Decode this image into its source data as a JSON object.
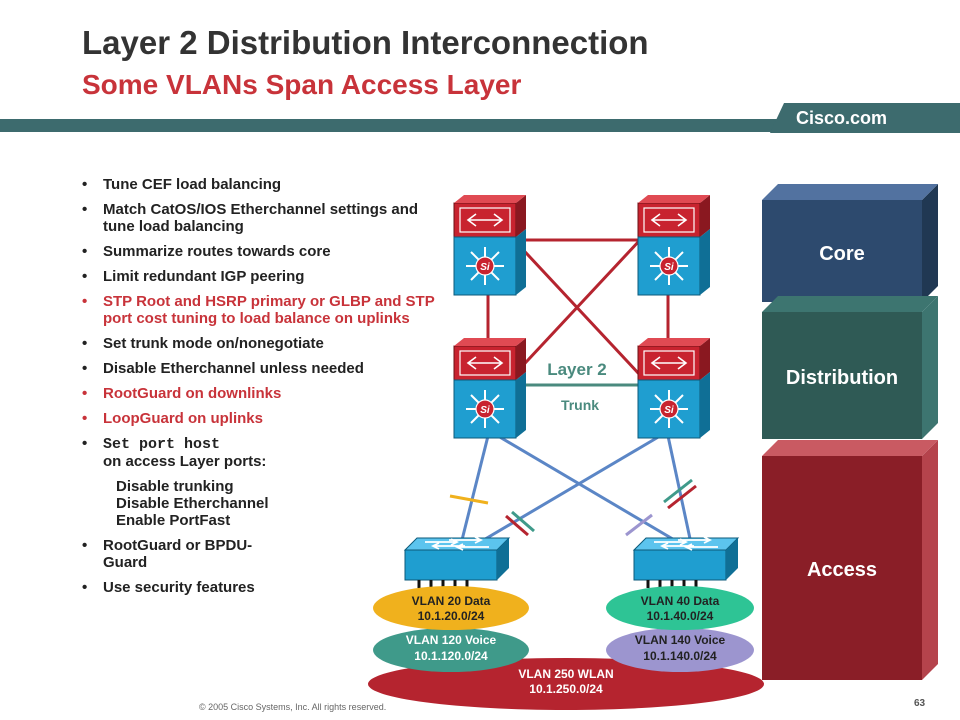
{
  "header": {
    "title": "Layer 2 Distribution Interconnection",
    "subtitle": "Some VLANs Span Access Layer",
    "site": "Cisco.com"
  },
  "bullets": [
    {
      "text": "Tune CEF load balancing",
      "red": false
    },
    {
      "text": "Match CatOS/IOS Etherchannel settings and tune load balancing",
      "red": false
    },
    {
      "text": "Summarize routes towards core",
      "red": false
    },
    {
      "text": "Limit redundant IGP peering",
      "red": false
    },
    {
      "text": "STP Root and HSRP primary or GLBP and STP port cost tuning to load balance on uplinks",
      "red": true
    },
    {
      "text": "Set trunk mode on/nonegotiate",
      "red": false
    },
    {
      "text": "Disable Etherchannel unless needed",
      "red": false
    },
    {
      "text": "RootGuard on downlinks",
      "red": true
    },
    {
      "text": "LoopGuard on uplinks",
      "red": true
    }
  ],
  "port_host": {
    "command": "Set port host",
    "suffix": "on access Layer ports:",
    "sub_items": [
      "Disable trunking",
      "Disable Etherchannel",
      "Enable PortFast"
    ]
  },
  "bullets_tail": [
    {
      "text": "RootGuard or BPDU-Guard",
      "red": false
    },
    {
      "text": "Use security features",
      "red": false
    }
  ],
  "diagram": {
    "layer2_label": "Layer 2",
    "trunk_label": "Trunk",
    "switch_badge": "Si",
    "vlan_left_data": {
      "name": "VLAN 20 Data",
      "subnet": "10.1.20.0/24",
      "color": "#f0b11d"
    },
    "vlan_left_voice": {
      "name": "VLAN 120 Voice",
      "subnet": "10.1.120.0/24",
      "color": "#3f9a8a"
    },
    "vlan_right_data": {
      "name": "VLAN 40 Data",
      "subnet": "10.1.40.0/24",
      "color": "#2ec495"
    },
    "vlan_right_voice": {
      "name": "VLAN 140 Voice",
      "subnet": "10.1.140.0/24",
      "color": "#9c95cf"
    },
    "vlan_wlan": {
      "name": "VLAN 250 WLAN",
      "subnet": "10.1.250.0/24",
      "color": "#b5242f"
    }
  },
  "layers": {
    "core": {
      "label": "Core",
      "color": "#2d4a6e"
    },
    "distribution": {
      "label": "Distribution",
      "color": "#2f5a55"
    },
    "access": {
      "label": "Access",
      "color": "#8a1e27"
    }
  },
  "footer": {
    "copyright": "© 2005 Cisco Systems, Inc. All rights reserved.",
    "page": "63"
  }
}
